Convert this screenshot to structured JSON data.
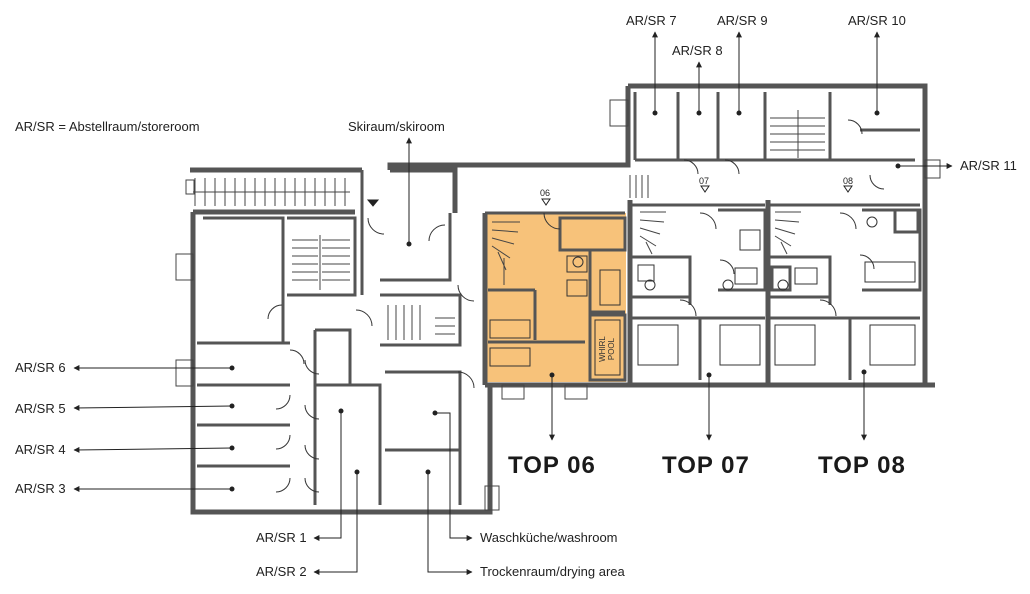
{
  "legend": "AR/SR = Abstellraum/storeroom",
  "labels": {
    "skiraum": "Skiraum/skiroom",
    "ar7": "AR/SR 7",
    "ar8": "AR/SR 8",
    "ar9": "AR/SR 9",
    "ar10": "AR/SR 10",
    "ar11": "AR/SR 11",
    "ar6": "AR/SR 6",
    "ar5": "AR/SR 5",
    "ar4": "AR/SR 4",
    "ar3": "AR/SR 3",
    "ar1": "AR/SR 1",
    "ar2": "AR/SR 2",
    "wasch": "Waschküche/washroom",
    "trocken": "Trockenraum/drying area"
  },
  "units": {
    "top06": "TOP 06",
    "top07": "TOP 07",
    "top08": "TOP 08"
  },
  "door_numbers": {
    "d06": "06",
    "d07": "07",
    "d08": "08"
  },
  "whirlpool": "WHIRL POOL",
  "colors": {
    "highlight": "#f7c27a",
    "wall": "#555555",
    "line": "#222222"
  }
}
